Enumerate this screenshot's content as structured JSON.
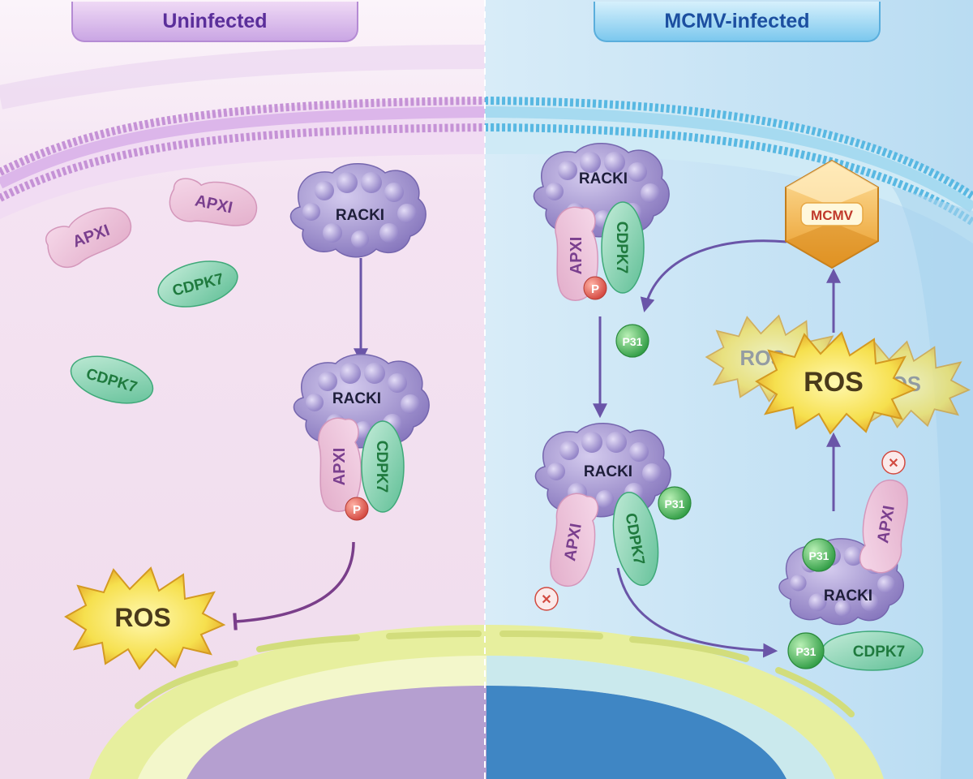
{
  "panels": {
    "left_title": "Uninfected",
    "right_title": "MCMV-infected"
  },
  "labels": {
    "apxi": "APXI",
    "cdpk7": "CDPK7",
    "racki": "RACKI",
    "ros": "ROS",
    "phospho": "P",
    "p31": "P31",
    "mcmv": "MCMV"
  },
  "colors": {
    "left_bg": "#f3e4f1",
    "right_bg": "#cde6f5",
    "membrane_left": "#c592d6",
    "membrane_right": "#6cc3e8",
    "racki": "#a89ad0",
    "apxi": "#eec4dc",
    "apxi_text": "#7a3f8e",
    "cdpk7": "#7fd0b0",
    "cdpk7_text": "#1f7a3e",
    "p31": "#5bc46a",
    "phospho": "#e0665c",
    "ros": "#f5e04a",
    "mcmv": "#f3b84a",
    "arrow": "#6a55a8"
  }
}
